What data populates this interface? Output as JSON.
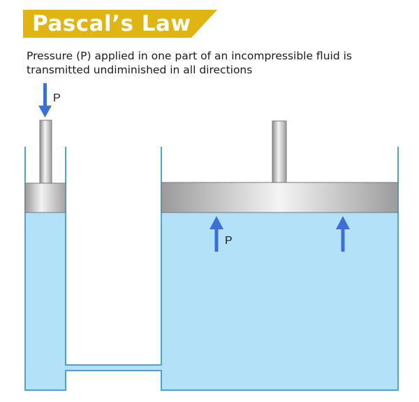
{
  "title": "Pascal’s Law",
  "description": {
    "line1": "Pressure (P) applied in one part of an incompressible fluid is",
    "line2": "transmitted undiminished in all directions"
  },
  "labels": {
    "input_pressure": "P",
    "output_pressure": "P"
  },
  "colors": {
    "banner": "#e0b411",
    "fluid": "#b3e1f7",
    "fluid_edge": "#8cc8e6",
    "arrow": "#3d6fd8",
    "wall": "#4da3d3",
    "piston_light": "#f2f2f2",
    "piston_dark": "#9a9a9a",
    "text": "#1a1a1a"
  }
}
